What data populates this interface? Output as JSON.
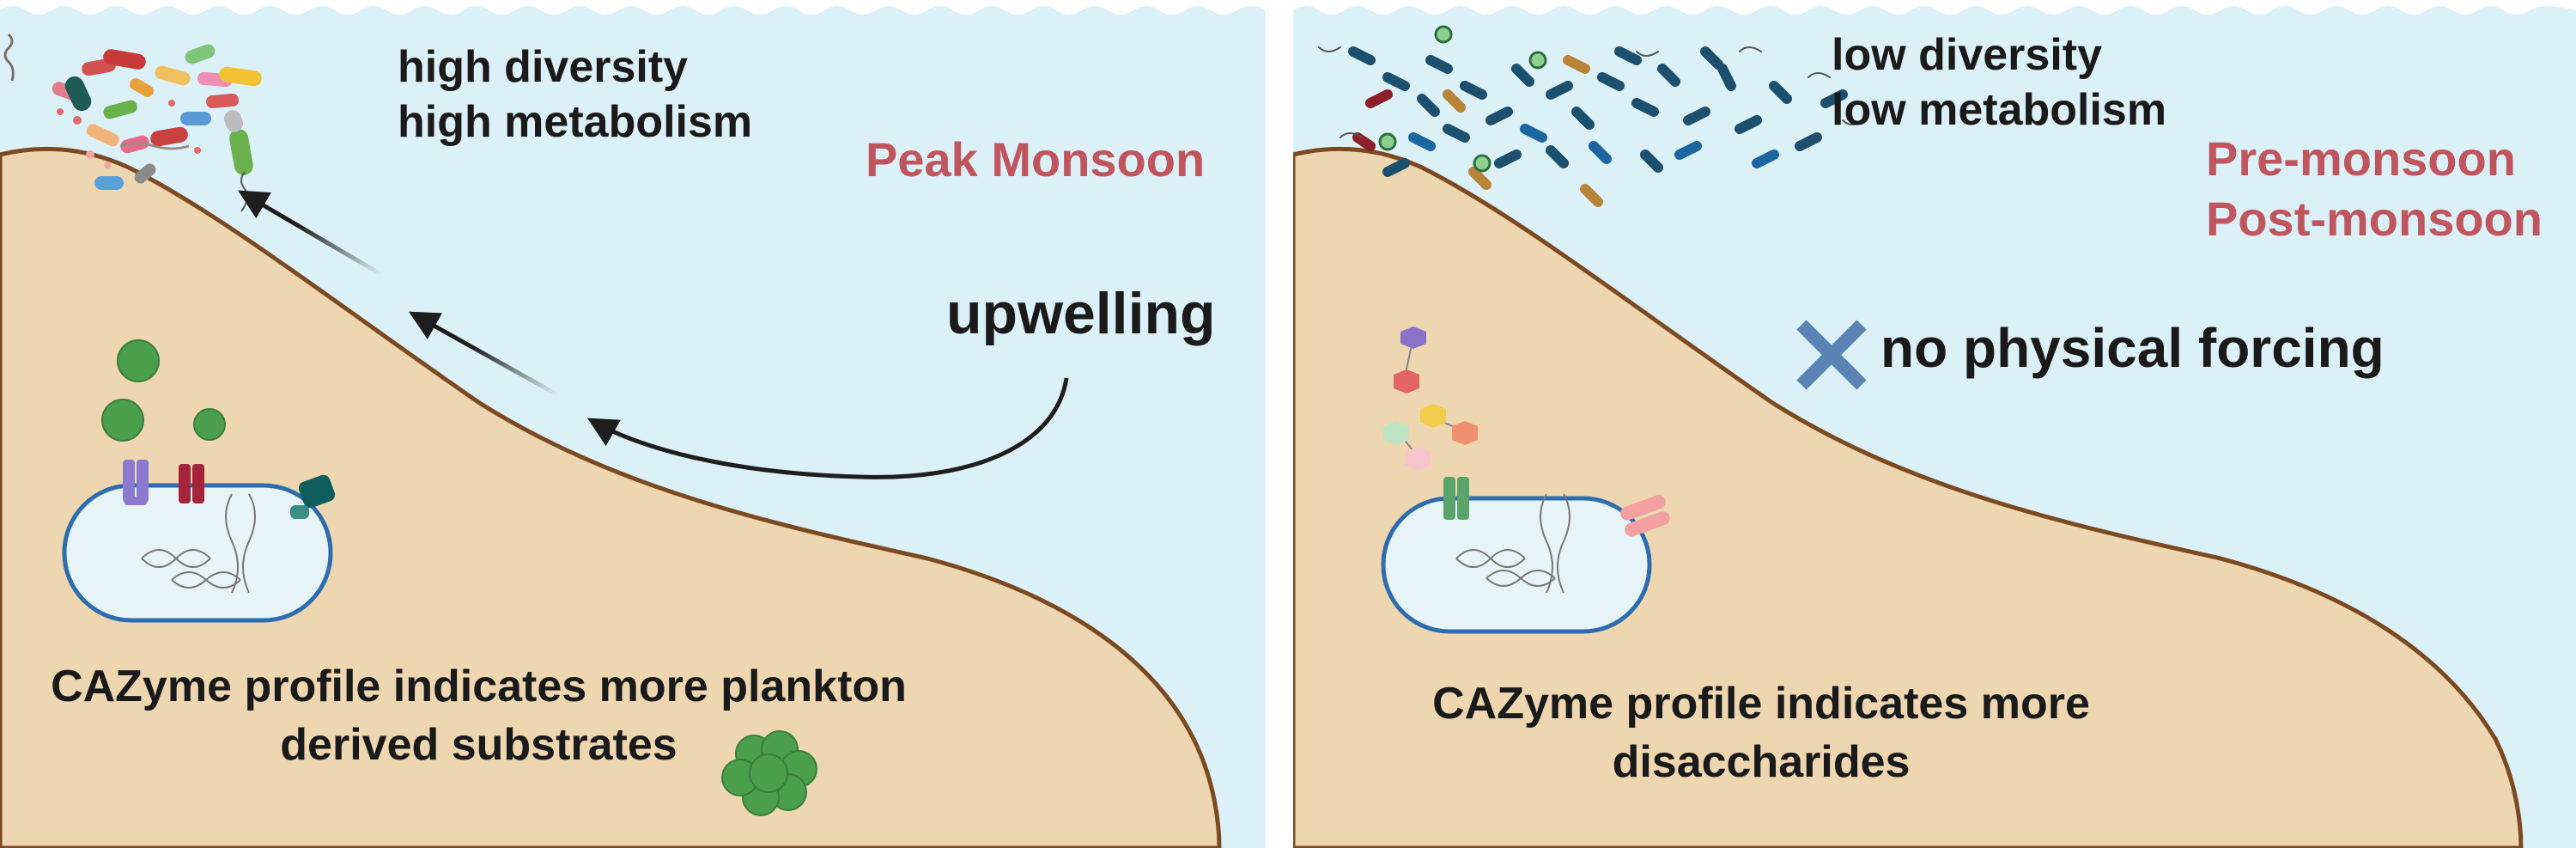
{
  "colors": {
    "water": "#dcf1f7",
    "sediment": "#eed6b1",
    "sediment_edge": "#7a4a22",
    "season_text": "#c0555e",
    "cell_outline": "#2e6cae",
    "cell_fill": "#e6f4f8",
    "arrow": "#1e1e1e",
    "cross": "#5b84b6"
  },
  "left_panel": {
    "metrics": [
      "high diversity",
      "high metabolism"
    ],
    "season": "Peak Monsoon",
    "process": "upwelling",
    "caption": [
      "CAZyme profile indicates more plankton",
      "derived substrates"
    ],
    "icons": [
      "mixed-bacteria-icon",
      "upwelling-arrow-icon",
      "plankton-substrate-icon",
      "bacterial-cell-icon",
      "dna-icon",
      "plankton-colony-icon"
    ]
  },
  "right_panel": {
    "metrics": [
      "low diversity",
      "low metabolism"
    ],
    "season": [
      "Pre-monsoon",
      "Post-monsoon"
    ],
    "process": "no physical forcing",
    "caption": [
      "CAZyme profile indicates more",
      "disaccharides"
    ],
    "icons": [
      "uniform-bacteria-icon",
      "cross-icon",
      "disaccharide-icon",
      "bacterial-cell-icon",
      "dna-icon"
    ]
  }
}
